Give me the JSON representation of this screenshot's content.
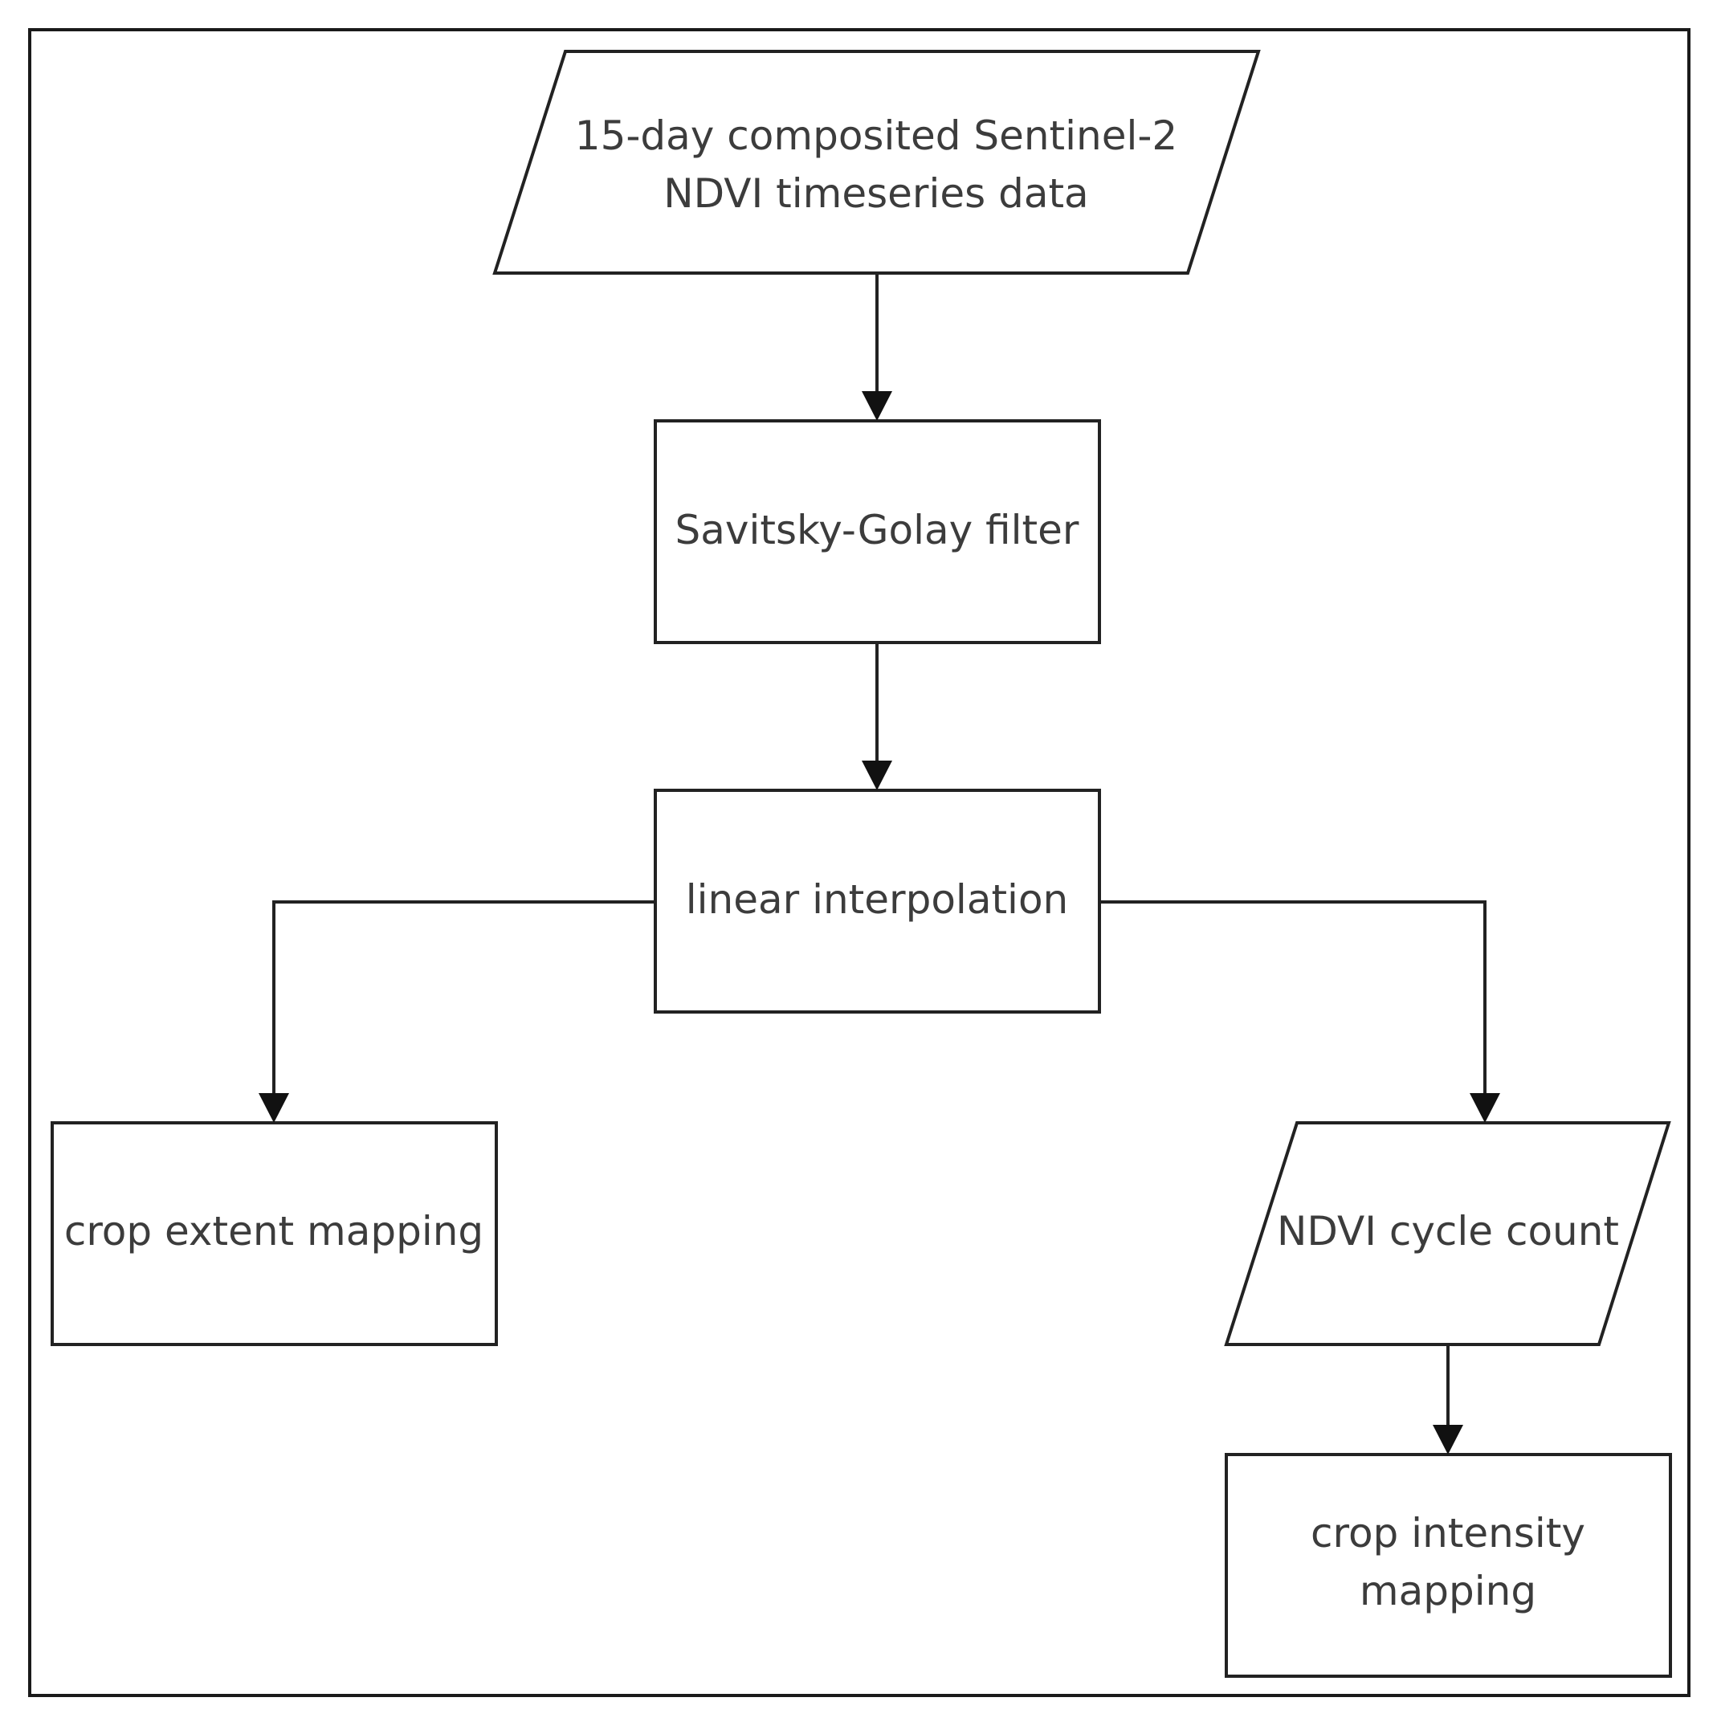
{
  "diagram": {
    "nodes": {
      "input_data": {
        "shape": "parallelogram",
        "lines": [
          "15-day composited Sentinel-2",
          "NDVI timeseries data"
        ]
      },
      "sg_filter": {
        "shape": "rectangle",
        "lines": [
          "Savitsky-Golay filter"
        ]
      },
      "interpolation": {
        "shape": "rectangle",
        "lines": [
          "linear interpolation"
        ]
      },
      "crop_extent": {
        "shape": "rectangle",
        "lines": [
          "crop extent mapping"
        ]
      },
      "cycle_count": {
        "shape": "parallelogram",
        "lines": [
          "NDVI cycle count"
        ]
      },
      "crop_intensity": {
        "shape": "rectangle",
        "lines": [
          "crop intensity",
          "mapping"
        ]
      }
    },
    "edges": [
      {
        "from": "input_data",
        "to": "sg_filter"
      },
      {
        "from": "sg_filter",
        "to": "interpolation"
      },
      {
        "from": "interpolation",
        "to": "crop_extent"
      },
      {
        "from": "interpolation",
        "to": "cycle_count"
      },
      {
        "from": "cycle_count",
        "to": "crop_intensity"
      }
    ]
  }
}
